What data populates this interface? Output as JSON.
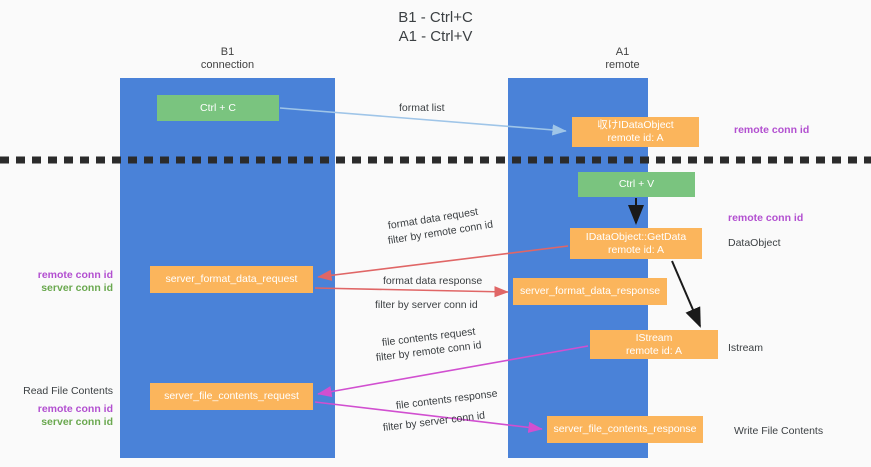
{
  "title": {
    "line1": "B1 - Ctrl+C",
    "line2": "A1 - Ctrl+V"
  },
  "lanes": [
    {
      "id": "b1",
      "name": "B1",
      "sub": "connection",
      "color": "#4a82d8"
    },
    {
      "id": "a1",
      "name": "A1",
      "sub": "remote",
      "color": "#4a82d8"
    }
  ],
  "colors": {
    "lane": "#4a82d8",
    "green_node": "#7ac47f",
    "orange_node": "#fbb55c",
    "remote_conn_id": "#b24fd0",
    "server_conn_id": "#6aa84f",
    "arrow_format": "#e06666",
    "arrow_file": "#d14fd0",
    "arrow_light": "#9fc5e8",
    "arrow_dark": "#1a1a1a",
    "divider": "#2b2b2b"
  },
  "nodes": {
    "ctrl_c": {
      "label": "Ctrl + C",
      "kind": "green"
    },
    "idataobject": {
      "line1": "収けIDataObject",
      "line2": "remote id: A",
      "kind": "orange"
    },
    "ctrl_v": {
      "label": "Ctrl + V",
      "kind": "green"
    },
    "getdata": {
      "line1": "IDataObject::GetData",
      "line2": "remote id: A",
      "kind": "orange"
    },
    "server_format_data_request": {
      "label": "server_format_data_request",
      "kind": "orange"
    },
    "server_format_data_response": {
      "label": "server_format_data_response",
      "kind": "orange"
    },
    "istream": {
      "line1": "IStream",
      "line2": "remote id: A",
      "kind": "orange"
    },
    "server_file_contents_request": {
      "label": "server_file_contents_request",
      "kind": "orange"
    },
    "server_file_contents_response": {
      "label": "server_file_contents_response",
      "kind": "orange"
    }
  },
  "edge_labels": {
    "format_list": "format list",
    "format_data_request": "format data request",
    "format_data_response": "format data response",
    "file_contents_request": "file contents request",
    "file_contents_response": "file contents response",
    "filter_by": "filter by",
    "remote_conn_id": "remote conn id",
    "server_conn_id": "server conn id"
  },
  "side_labels": {
    "right_remote_conn_id_top": "remote conn id",
    "right_remote_conn_id_mid": "remote conn id",
    "right_dataobject": "DataObject",
    "right_istream": "Istream",
    "right_write_file_contents": "Write File Contents",
    "left_remote_conn_id_mid": "remote conn id",
    "left_server_conn_id_mid": "server conn id",
    "left_read_file_contents": "Read File Contents",
    "left_remote_conn_id_bot": "remote conn id",
    "left_server_conn_id_bot": "server conn id"
  }
}
